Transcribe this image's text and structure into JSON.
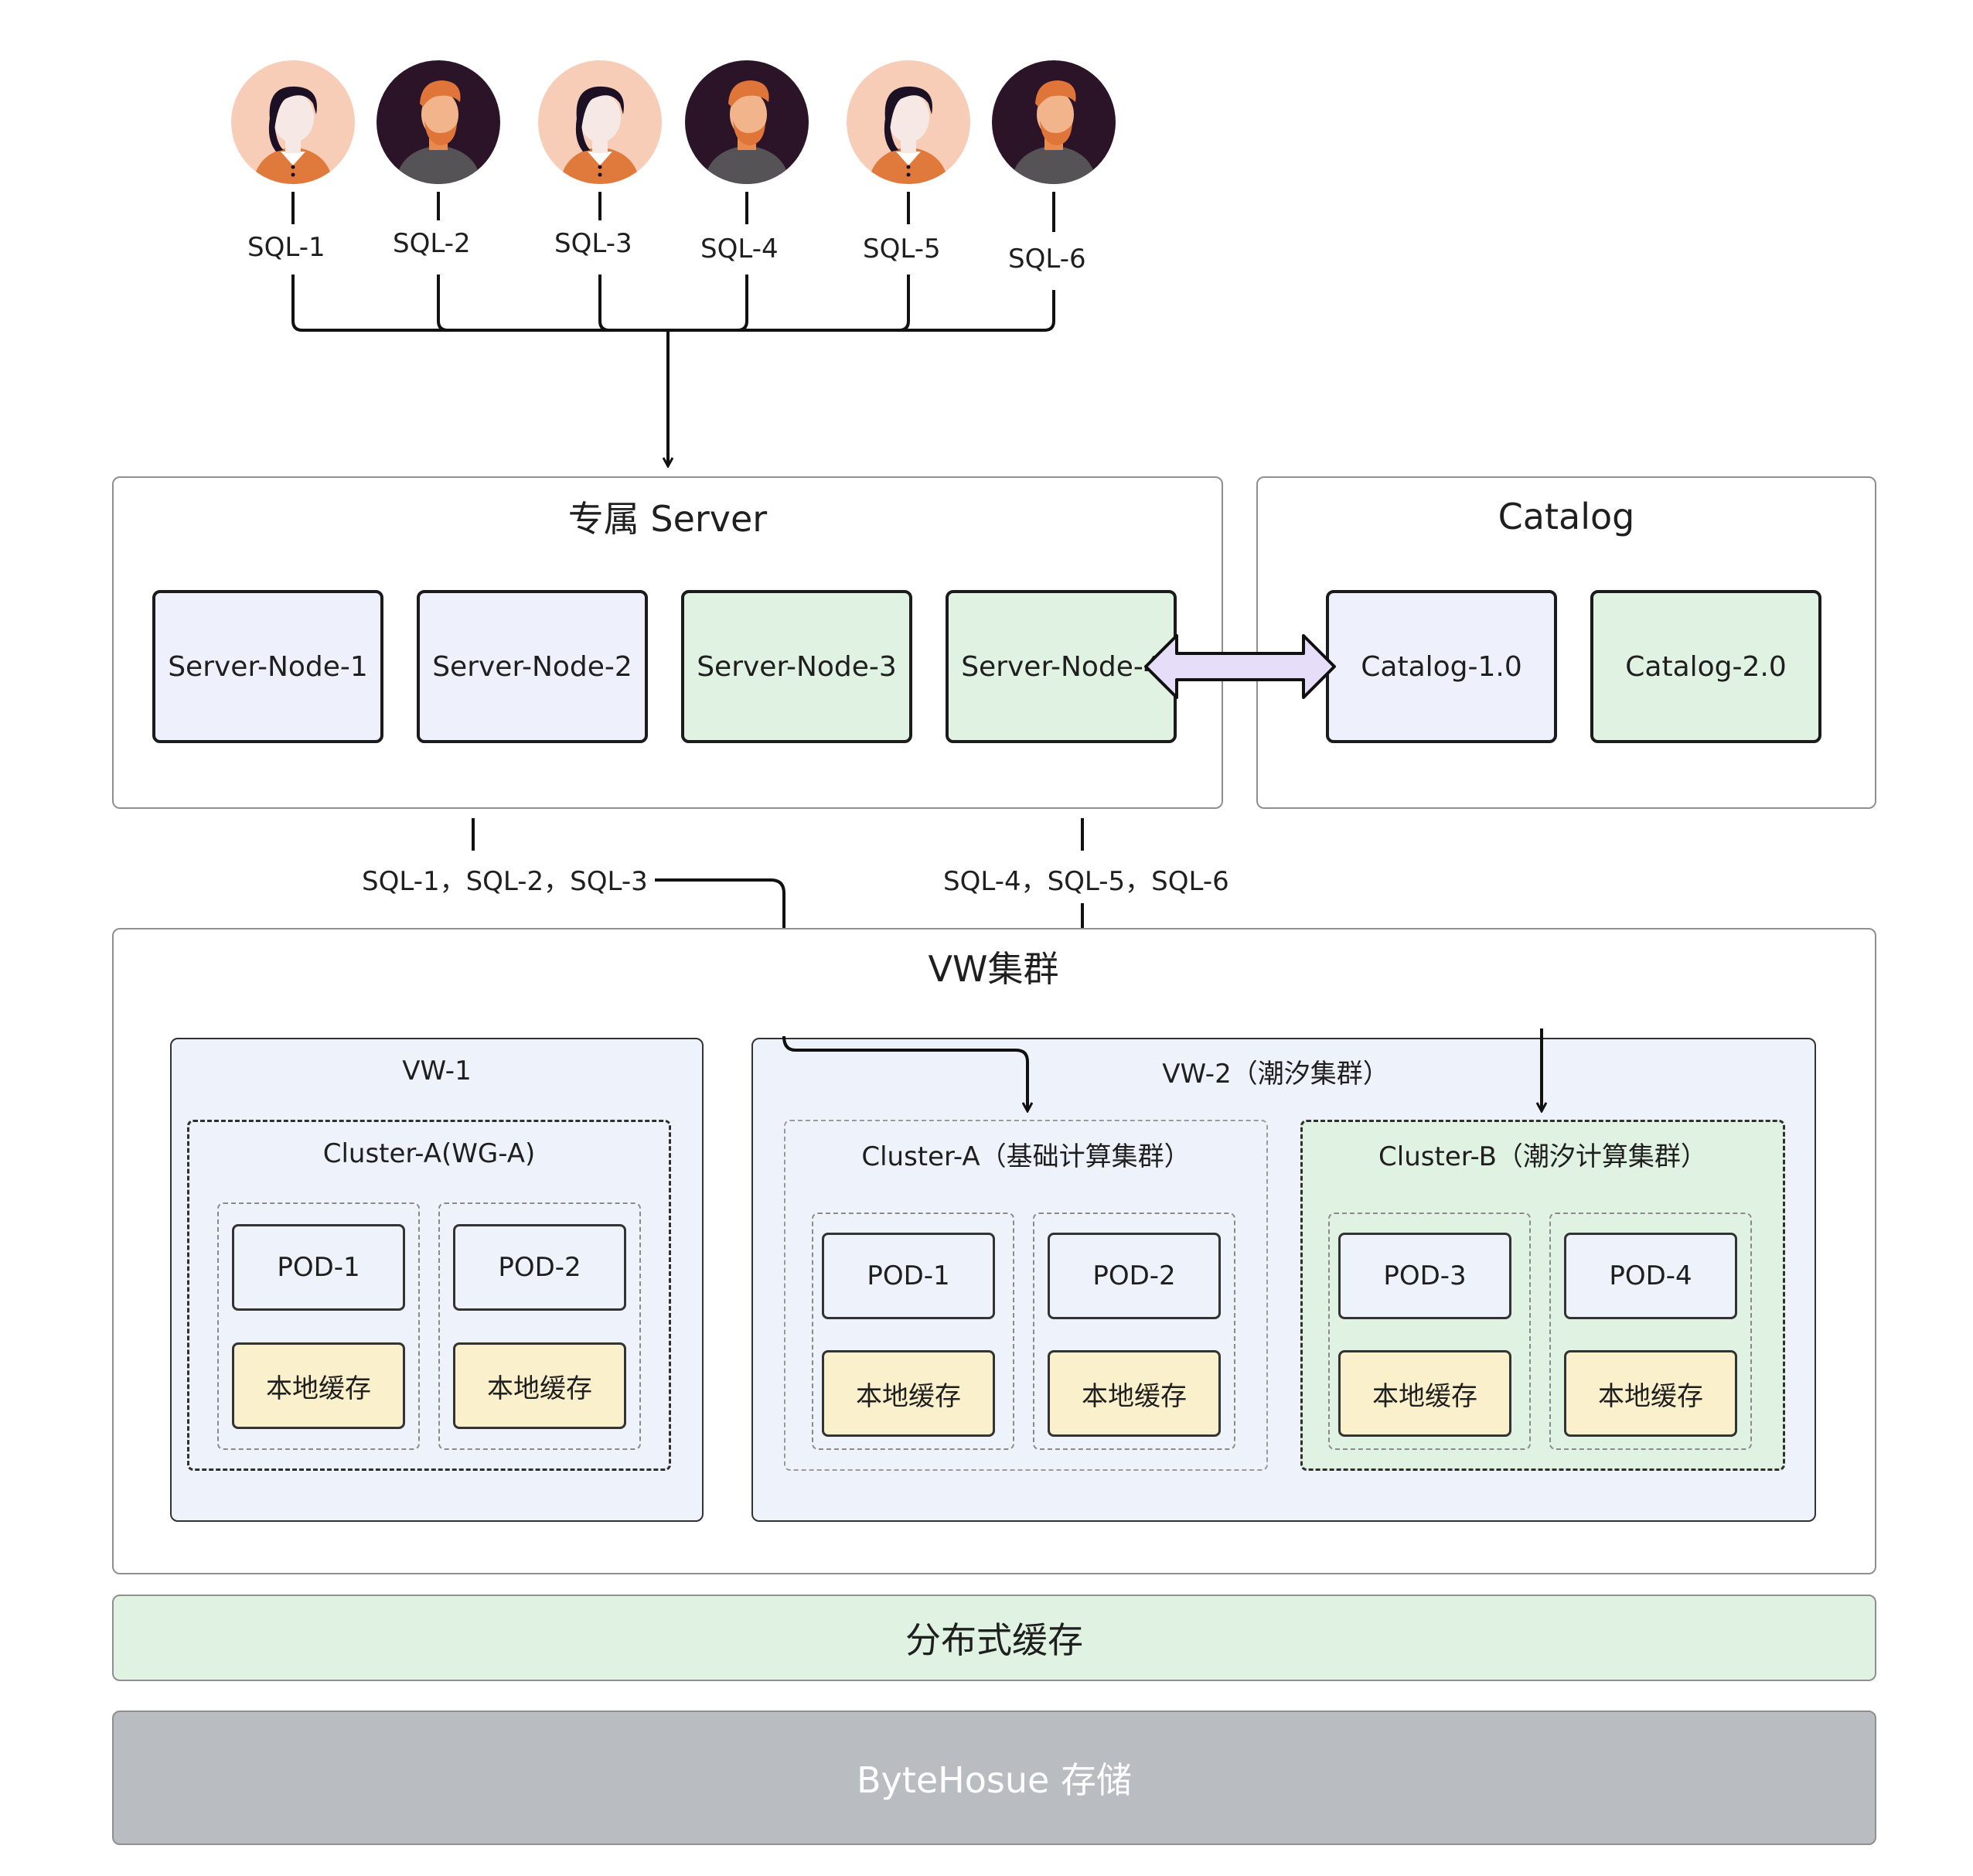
{
  "users": [
    {
      "sql": "SQL-1",
      "avatar": "woman-avatar-icon"
    },
    {
      "sql": "SQL-2",
      "avatar": "man-avatar-icon"
    },
    {
      "sql": "SQL-3",
      "avatar": "woman-avatar-icon"
    },
    {
      "sql": "SQL-4",
      "avatar": "man-avatar-icon"
    },
    {
      "sql": "SQL-5",
      "avatar": "woman-avatar-icon"
    },
    {
      "sql": "SQL-6",
      "avatar": "man-avatar-icon"
    }
  ],
  "server": {
    "title": "专属 Server",
    "nodes": [
      "Server-Node-1",
      "Server-Node-2",
      "Server-Node-3",
      "Server-Node-4"
    ]
  },
  "catalog": {
    "title": "Catalog",
    "nodes": [
      "Catalog-1.0",
      "Catalog-2.0"
    ]
  },
  "routes": {
    "left": "SQL-1，SQL-2，SQL-3",
    "right": "SQL-4，SQL-5，SQL-6"
  },
  "vw_cluster": {
    "title": "VW集群",
    "vw1": {
      "title": "VW-1",
      "cluster": {
        "title": "Cluster-A(WG-A)",
        "pods": [
          {
            "pod": "POD-1",
            "cache": "本地缓存"
          },
          {
            "pod": "POD-2",
            "cache": "本地缓存"
          }
        ]
      }
    },
    "vw2": {
      "title": "VW-2（潮汐集群）",
      "cluster_a": {
        "title": "Cluster-A（基础计算集群）",
        "pods": [
          {
            "pod": "POD-1",
            "cache": "本地缓存"
          },
          {
            "pod": "POD-2",
            "cache": "本地缓存"
          }
        ]
      },
      "cluster_b": {
        "title": "Cluster-B（潮汐计算集群）",
        "pods": [
          {
            "pod": "POD-3",
            "cache": "本地缓存"
          },
          {
            "pod": "POD-4",
            "cache": "本地缓存"
          }
        ]
      }
    }
  },
  "distributed_cache": "分布式缓存",
  "storage": "ByteHosue 存储",
  "colors": {
    "blue_fill": "#eef1fb",
    "green_fill": "#e0f2e1",
    "cache_fill": "#fbf0cc",
    "storage_fill": "#b9bcc1",
    "arrow_fill": "#e6def8",
    "woman_bg": "#f8cdb8",
    "man_bg": "#2b1328"
  }
}
